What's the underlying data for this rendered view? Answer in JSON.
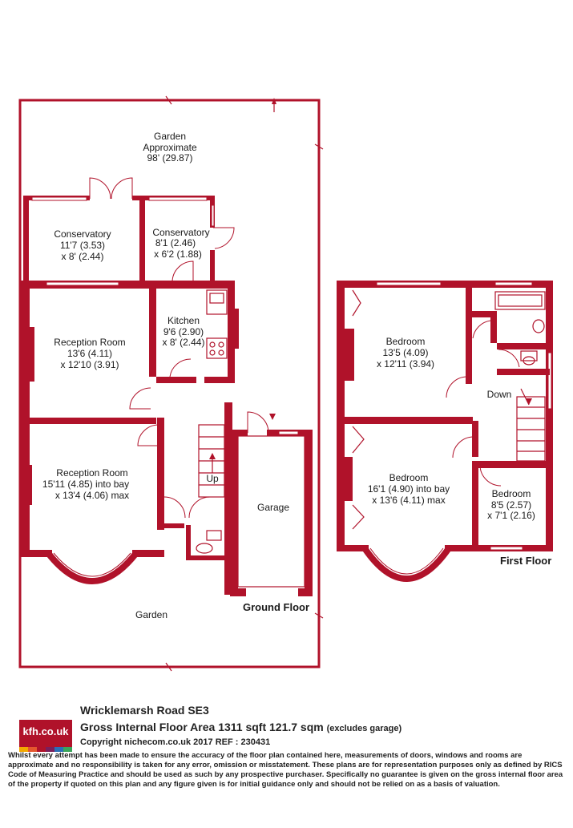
{
  "colors": {
    "wall": "#b0122a",
    "brand": "#b0122a"
  },
  "plan": {
    "garden_top": [
      "Garden",
      "Approximate",
      "98' (29.87)"
    ],
    "garden_bottom": "Garden",
    "ground_floor": "Ground Floor",
    "first_floor": "First Floor",
    "up": "Up",
    "down": "Down",
    "rooms": {
      "conservatory1": [
        "Conservatory",
        "11'7 (3.53)",
        "x 8' (2.44)"
      ],
      "conservatory2": [
        "Conservatory",
        "8'1 (2.46)",
        "x 6'2 (1.88)"
      ],
      "reception1": [
        "Reception Room",
        "13'6 (4.11)",
        "x 12'10 (3.91)"
      ],
      "kitchen": [
        "Kitchen",
        "9'6 (2.90)",
        "x 8' (2.44)"
      ],
      "reception2": [
        "Reception Room",
        "15'11 (4.85) into bay",
        "x 13'4 (4.06) max"
      ],
      "garage": [
        "Garage"
      ],
      "bedroom1": [
        "Bedroom",
        "13'5 (4.09)",
        "x 12'11 (3.94)"
      ],
      "bedroom2": [
        "Bedroom",
        "16'1 (4.90) into bay",
        "x 13'6 (4.11) max"
      ],
      "bedroom3": [
        "Bedroom",
        "8'5 (2.57)",
        "x 7'1 (2.16)"
      ]
    }
  },
  "footer": {
    "logo": "kfh.co.uk",
    "logo_colors": [
      "#f2a900",
      "#e4572e",
      "#b0122a",
      "#7a1f5c",
      "#2c6fb7",
      "#3aa55a"
    ],
    "address": "Wricklemarsh Road  SE3",
    "area": "Gross Internal Floor Area 1311 sqft 121.7 sqm",
    "area_note": "(excludes garage)",
    "copyright": "Copyright nichecom.co.uk 2017 REF : 230431",
    "disclaimer": "Whilst every attempt has been made to ensure the accuracy of the floor plan contained here, measurements of doors, windows and rooms are approximate and no responsibility is taken for any error, omission or misstatement.  These plans are for representation purposes only as defined by RICS Code of Measuring Practice and should be used as such by any prospective purchaser.  Specifically no guarantee is given on the gross internal floor area of the property if quoted on this plan and any figure given is for initial guidance only and should not be relied on as a basis of valuation."
  }
}
